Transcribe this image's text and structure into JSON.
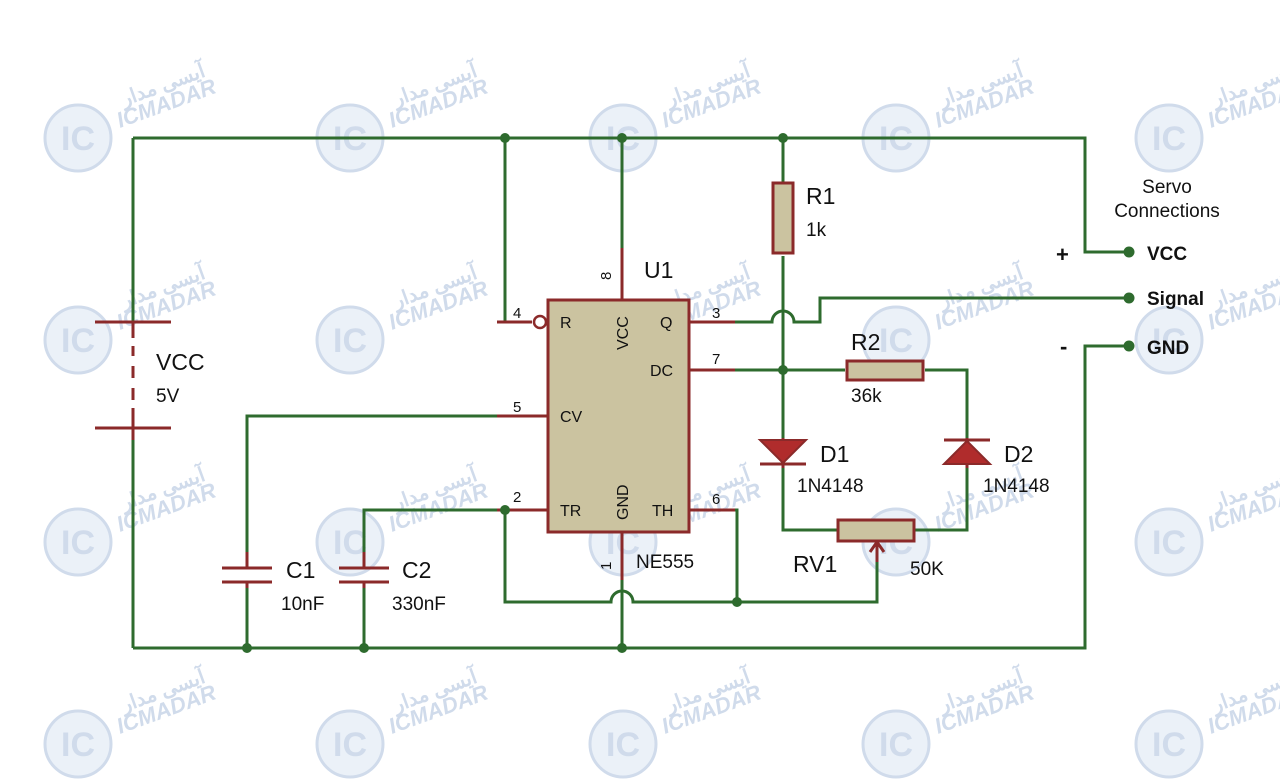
{
  "colors": {
    "wire": "#2e6b2e",
    "pin": "#8b2a2a",
    "component_fill": "#cbc3a0",
    "component_stroke": "#8b2a2a",
    "dot": "#2e6b2e",
    "watermark": "#a9bedb"
  },
  "watermark": {
    "logo_text": "IC",
    "brand_latin": "ICMADAR",
    "brand_persian": "آیسی مدار"
  },
  "battery": {
    "name": "VCC",
    "value": "5V"
  },
  "ic": {
    "ref": "U1",
    "part": "NE555",
    "pins": {
      "r": "R",
      "vcc": "VCC",
      "q": "Q",
      "dc": "DC",
      "cv": "CV",
      "tr": "TR",
      "gnd": "GND",
      "th": "TH"
    },
    "pin_numbers": {
      "p1": "1",
      "p2": "2",
      "p3": "3",
      "p4": "4",
      "p5": "5",
      "p6": "6",
      "p7": "7",
      "p8": "8"
    }
  },
  "r1": {
    "ref": "R1",
    "value": "1k"
  },
  "r2": {
    "ref": "R2",
    "value": "36k"
  },
  "d1": {
    "ref": "D1",
    "part": "1N4148"
  },
  "d2": {
    "ref": "D2",
    "part": "1N4148"
  },
  "rv1": {
    "ref": "RV1",
    "value": "50K"
  },
  "c1": {
    "ref": "C1",
    "value": "10nF"
  },
  "c2": {
    "ref": "C2",
    "value": "330nF"
  },
  "servo": {
    "title_line1": "Servo",
    "title_line2": "Connections",
    "plus": "+",
    "minus": "-",
    "vcc": "VCC",
    "signal": "Signal",
    "gnd": "GND"
  }
}
